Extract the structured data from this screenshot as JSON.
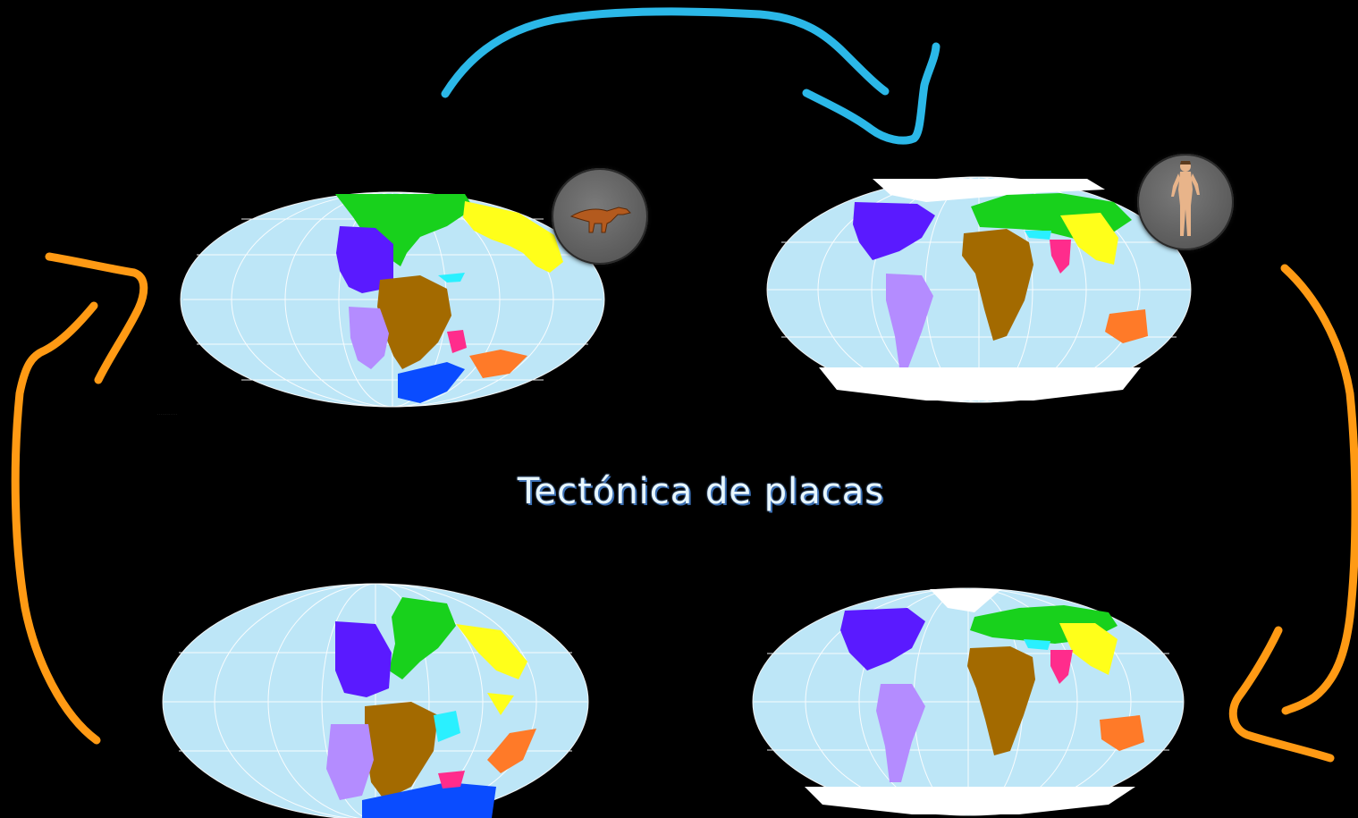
{
  "slide": {
    "title": "Tectónica de placas",
    "caption_small": "· · · · · · · · · · · ·"
  },
  "maps": [
    {
      "id": "top-left",
      "ocean_color": "#bde6f7"
    },
    {
      "id": "top-right",
      "ocean_color": "#bde6f7"
    },
    {
      "id": "bottom-left",
      "ocean_color": "#bde6f7"
    },
    {
      "id": "bottom-right",
      "ocean_color": "#bde6f7"
    }
  ],
  "badges": [
    {
      "id": "dinosaur",
      "icon": "dinosaur-icon"
    },
    {
      "id": "human",
      "icon": "human-figure-icon"
    }
  ],
  "colors": {
    "background": "#000000",
    "arrow_blue": "#2bb8e8",
    "arrow_orange": "#ff9a14",
    "north_america": "#5a1aff",
    "south_america": "#b48cff",
    "africa": "#a36a00",
    "eurasia": "#18d11c",
    "asia_east": "#ffff1a",
    "india": "#ff2c8c",
    "australia": "#ff7a28",
    "antarctica": "#0a4cff",
    "arabia": "#2af0ff"
  }
}
